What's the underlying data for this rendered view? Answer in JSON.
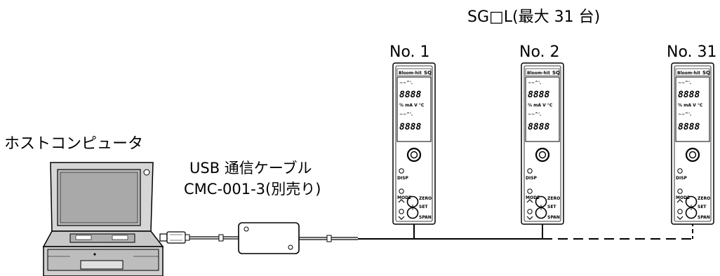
{
  "title": "SG□L(最大 31 台)",
  "host_label": "ホストコンピュータ",
  "cable": {
    "line1": "USB 通信ケーブル",
    "line2": "CMC-001-3(別売り)"
  },
  "units": [
    {
      "label": "No. 1"
    },
    {
      "label": "No. 2"
    },
    {
      "label": "No. 31"
    }
  ],
  "unit_panel": {
    "brand": "Bloom-hit",
    "model": "SQ",
    "ranges": [
      "~~^'.",
      "~~^'."
    ],
    "segments": [
      "8888",
      "8888"
    ],
    "unit_line": "% mA V °C",
    "disp": "DISP",
    "mode": "MODE",
    "zero": "ZERO",
    "set": "SET",
    "span": "SPAN"
  },
  "colors": {
    "line": "#000000",
    "panel_fill": "#ffffff",
    "laptop_fill": "#c8c8c8"
  }
}
